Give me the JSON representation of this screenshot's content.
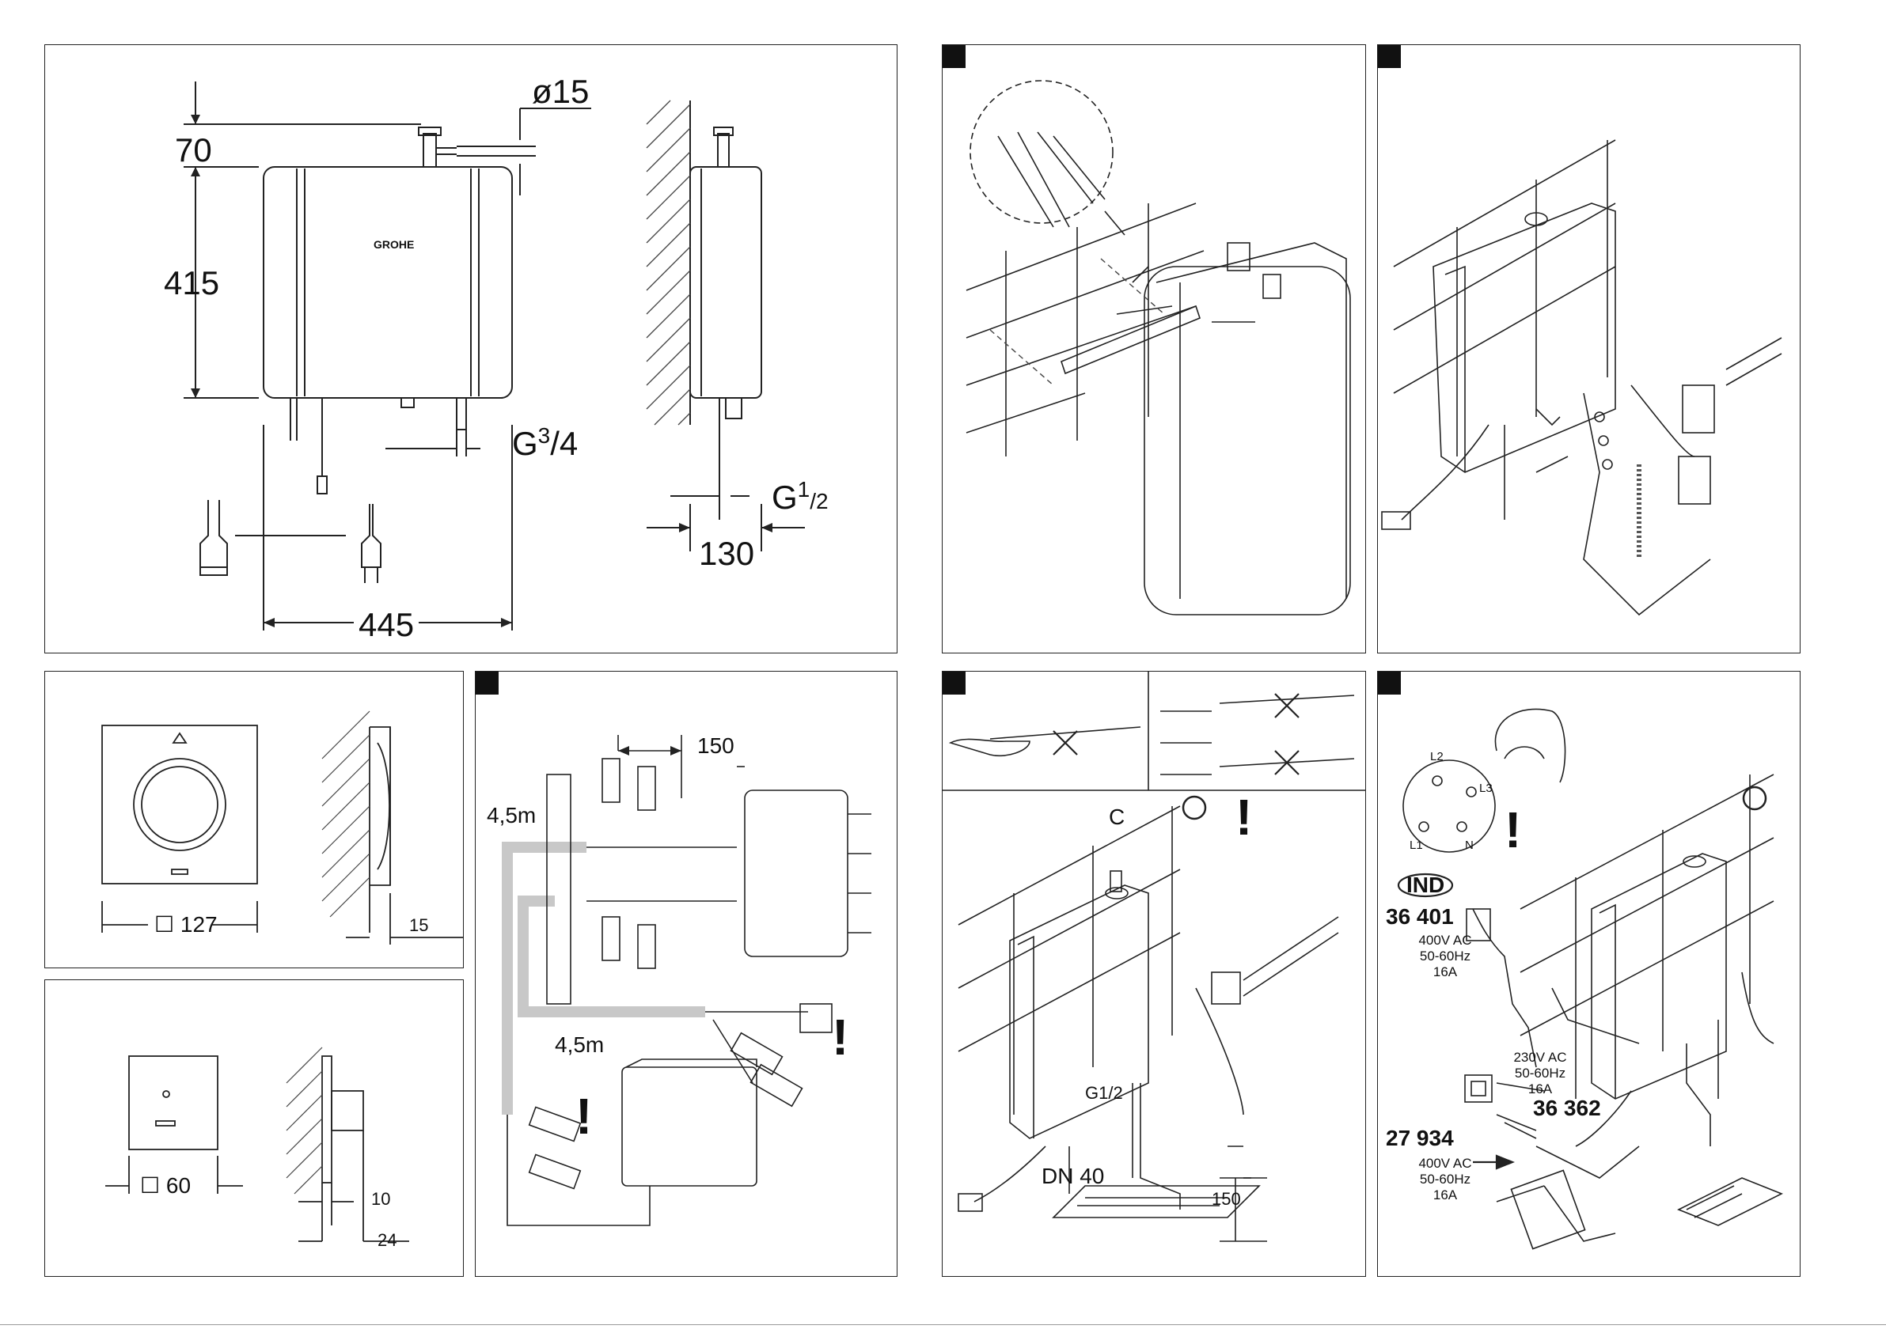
{
  "panel1": {
    "dim_top": "70",
    "dim_pipe": "ø15",
    "dim_height": "415",
    "thread_main": "G",
    "thread_main_sup": "3",
    "thread_main_den": "/4",
    "thread_side": "G",
    "thread_side_sup": "1",
    "thread_side_den": "/2",
    "dim_depth": "130",
    "dim_width": "445",
    "logo": "GROHE"
  },
  "panel4": {
    "size": "☐ 127",
    "depth": "15"
  },
  "panel5": {
    "size": "☐ 60",
    "depth_a": "10",
    "depth_b": "24"
  },
  "panel6": {
    "dim_spacing": "150",
    "cable_top": "4,5m",
    "cable_bottom": "4,5m"
  },
  "panel7": {
    "label_c": "C",
    "thread": "G1/2",
    "drain": "DN 40",
    "dim_height": "150"
  },
  "panel8": {
    "plug_pins": [
      "L2",
      "L3",
      "L1",
      "N"
    ],
    "region": "IND",
    "part_a": "36 401",
    "spec_a": [
      "400V AC",
      "50-60Hz",
      "16A"
    ],
    "spec_b": [
      "230V AC",
      "50-60Hz",
      "16A"
    ],
    "part_b": "36 362",
    "part_c": "27 934",
    "spec_c": [
      "400V AC",
      "50-60Hz",
      "16A"
    ]
  },
  "colors": {
    "line": "#222222",
    "cable_gray": "#c8c8c8",
    "marker": "#111111"
  }
}
